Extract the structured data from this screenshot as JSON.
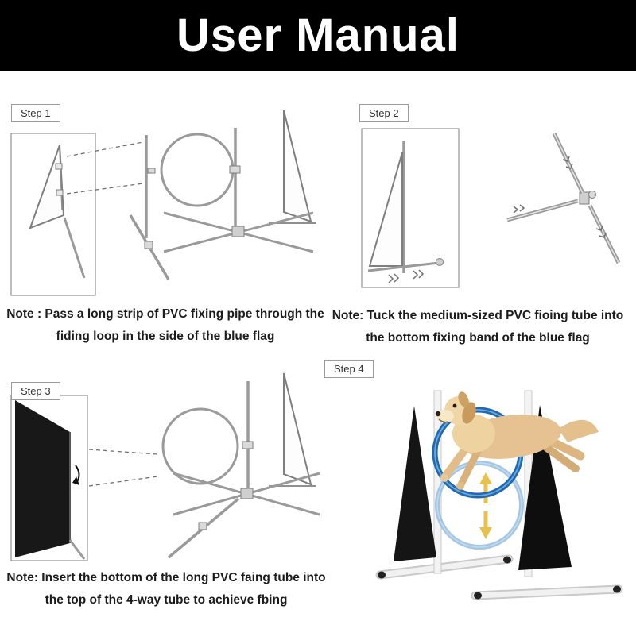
{
  "header": {
    "title": "User Manual"
  },
  "steps": [
    {
      "label": "Step 1",
      "note": "Note : Pass a long strip of PVC fixing pipe through the fiding loop in the side of the blue flag"
    },
    {
      "label": "Step 2",
      "note": "Note: Tuck the medium-sized PVC fioing tube into the bottom fixing band of the blue flag"
    },
    {
      "label": "Step 3",
      "note": "Note: Insert the bottom of the long PVC faing tube into the top of the 4-way tube to achieve fbing"
    },
    {
      "label": "Step 4"
    }
  ],
  "figures": {
    "step1": "flag-strip-and-hoop-assembly-line-drawing",
    "step2": "flag-with-medium-tube-and-cross-connector-line-drawing",
    "step3": "black-flag-and-hoop-base-assembly-line-drawing",
    "step4": "dog-jumping-through-blue-hoop-photo"
  },
  "colors": {
    "header_bg": "#000000",
    "header_text": "#ffffff",
    "note_text": "#1b1b1b",
    "diagram_stroke": "#8f8f8f",
    "flag_black": "#151515",
    "hoop_blue": "#1e6ab2",
    "hoop_blue_light": "#8fb9de",
    "arrow_yellow": "#e8bc45",
    "dog_tan": "#e6c292"
  }
}
